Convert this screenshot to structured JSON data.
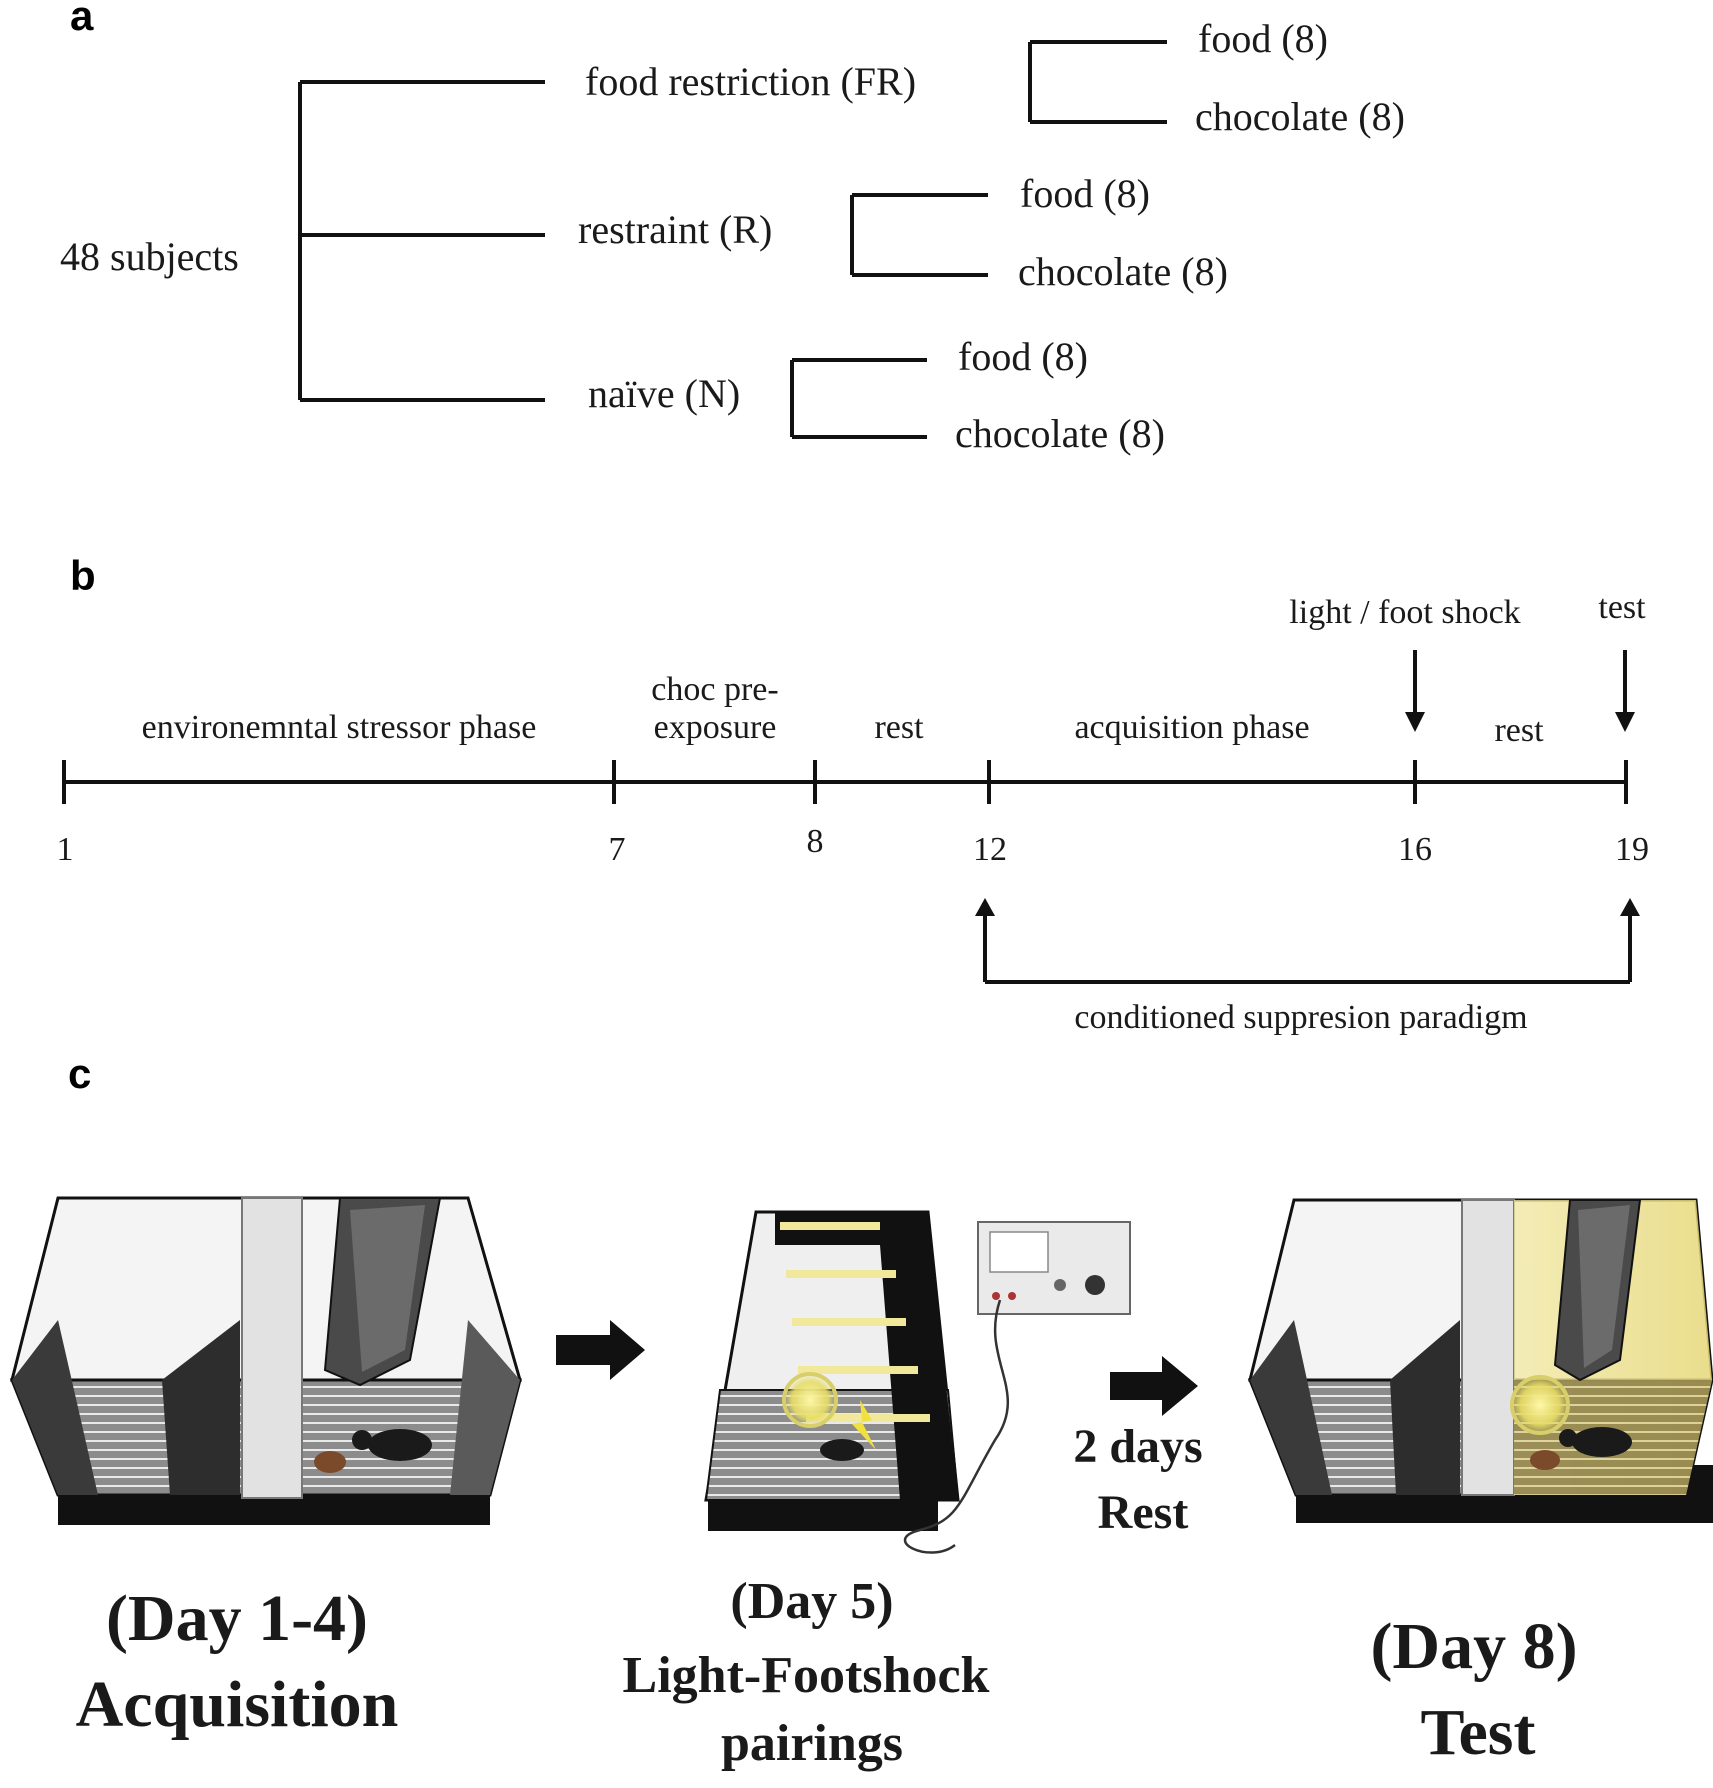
{
  "panel_a": {
    "letter": "a",
    "root": "48 subjects",
    "groups": [
      {
        "label": "food restriction (FR)",
        "children": [
          "food (8)",
          "chocolate (8)"
        ]
      },
      {
        "label": "restraint (R)",
        "children": [
          "food (8)",
          "chocolate (8)"
        ]
      },
      {
        "label": "naïve (N)",
        "children": [
          "food (8)",
          "chocolate (8)"
        ]
      }
    ]
  },
  "panel_b": {
    "letter": "b",
    "ticks": [
      "1",
      "7",
      "8",
      "12",
      "16",
      "19"
    ],
    "phases": {
      "env_stressor": "environemntal stressor phase",
      "choc_line1": "choc pre-",
      "choc_line2": "exposure",
      "rest1": "rest",
      "acquisition": "acquisition phase",
      "rest2": "rest"
    },
    "events": {
      "light_shock": "light / foot shock",
      "test": "test"
    },
    "paradigm": "conditioned suppresion paradigm"
  },
  "panel_c": {
    "letter": "c",
    "steps": {
      "acq_line1": "(Day 1-4)",
      "acq_line2": "Acquisition",
      "pair_line1": "(Day 5)",
      "pair_line2": "Light-Footshock",
      "pair_line3": "pairings",
      "rest_line1": "2 days",
      "rest_line2": "Rest",
      "test_line1": "(Day 8)",
      "test_line2": "Test"
    }
  }
}
